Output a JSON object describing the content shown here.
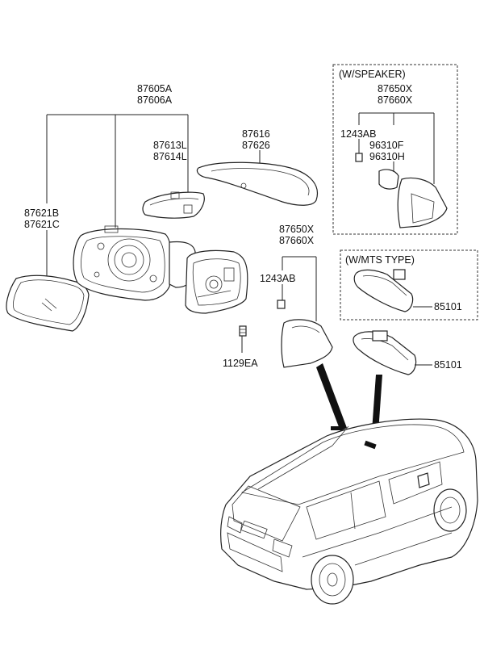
{
  "labels": {
    "mirror_assy_lh": "87605A",
    "mirror_assy_rh": "87606A",
    "cover_lh": "87616",
    "cover_rh": "87626",
    "lamp_lh": "87613L",
    "lamp_rh": "87614L",
    "glass_lh": "87621B",
    "glass_rh": "87621C",
    "bolt": "1129EA",
    "inside_mirror_cover_a": "87650X",
    "inside_mirror_cover_b": "87660X",
    "screw": "1243AB",
    "room_mirror": "85101",
    "room_mirror_mts": "85101"
  },
  "speaker_box": {
    "title": "(W/SPEAKER)",
    "cover_a": "87650X",
    "cover_b": "87660X",
    "screw": "1243AB",
    "speaker_a": "96310F",
    "speaker_b": "96310H"
  },
  "mts_box": {
    "title": "(W/MTS TYPE)"
  }
}
